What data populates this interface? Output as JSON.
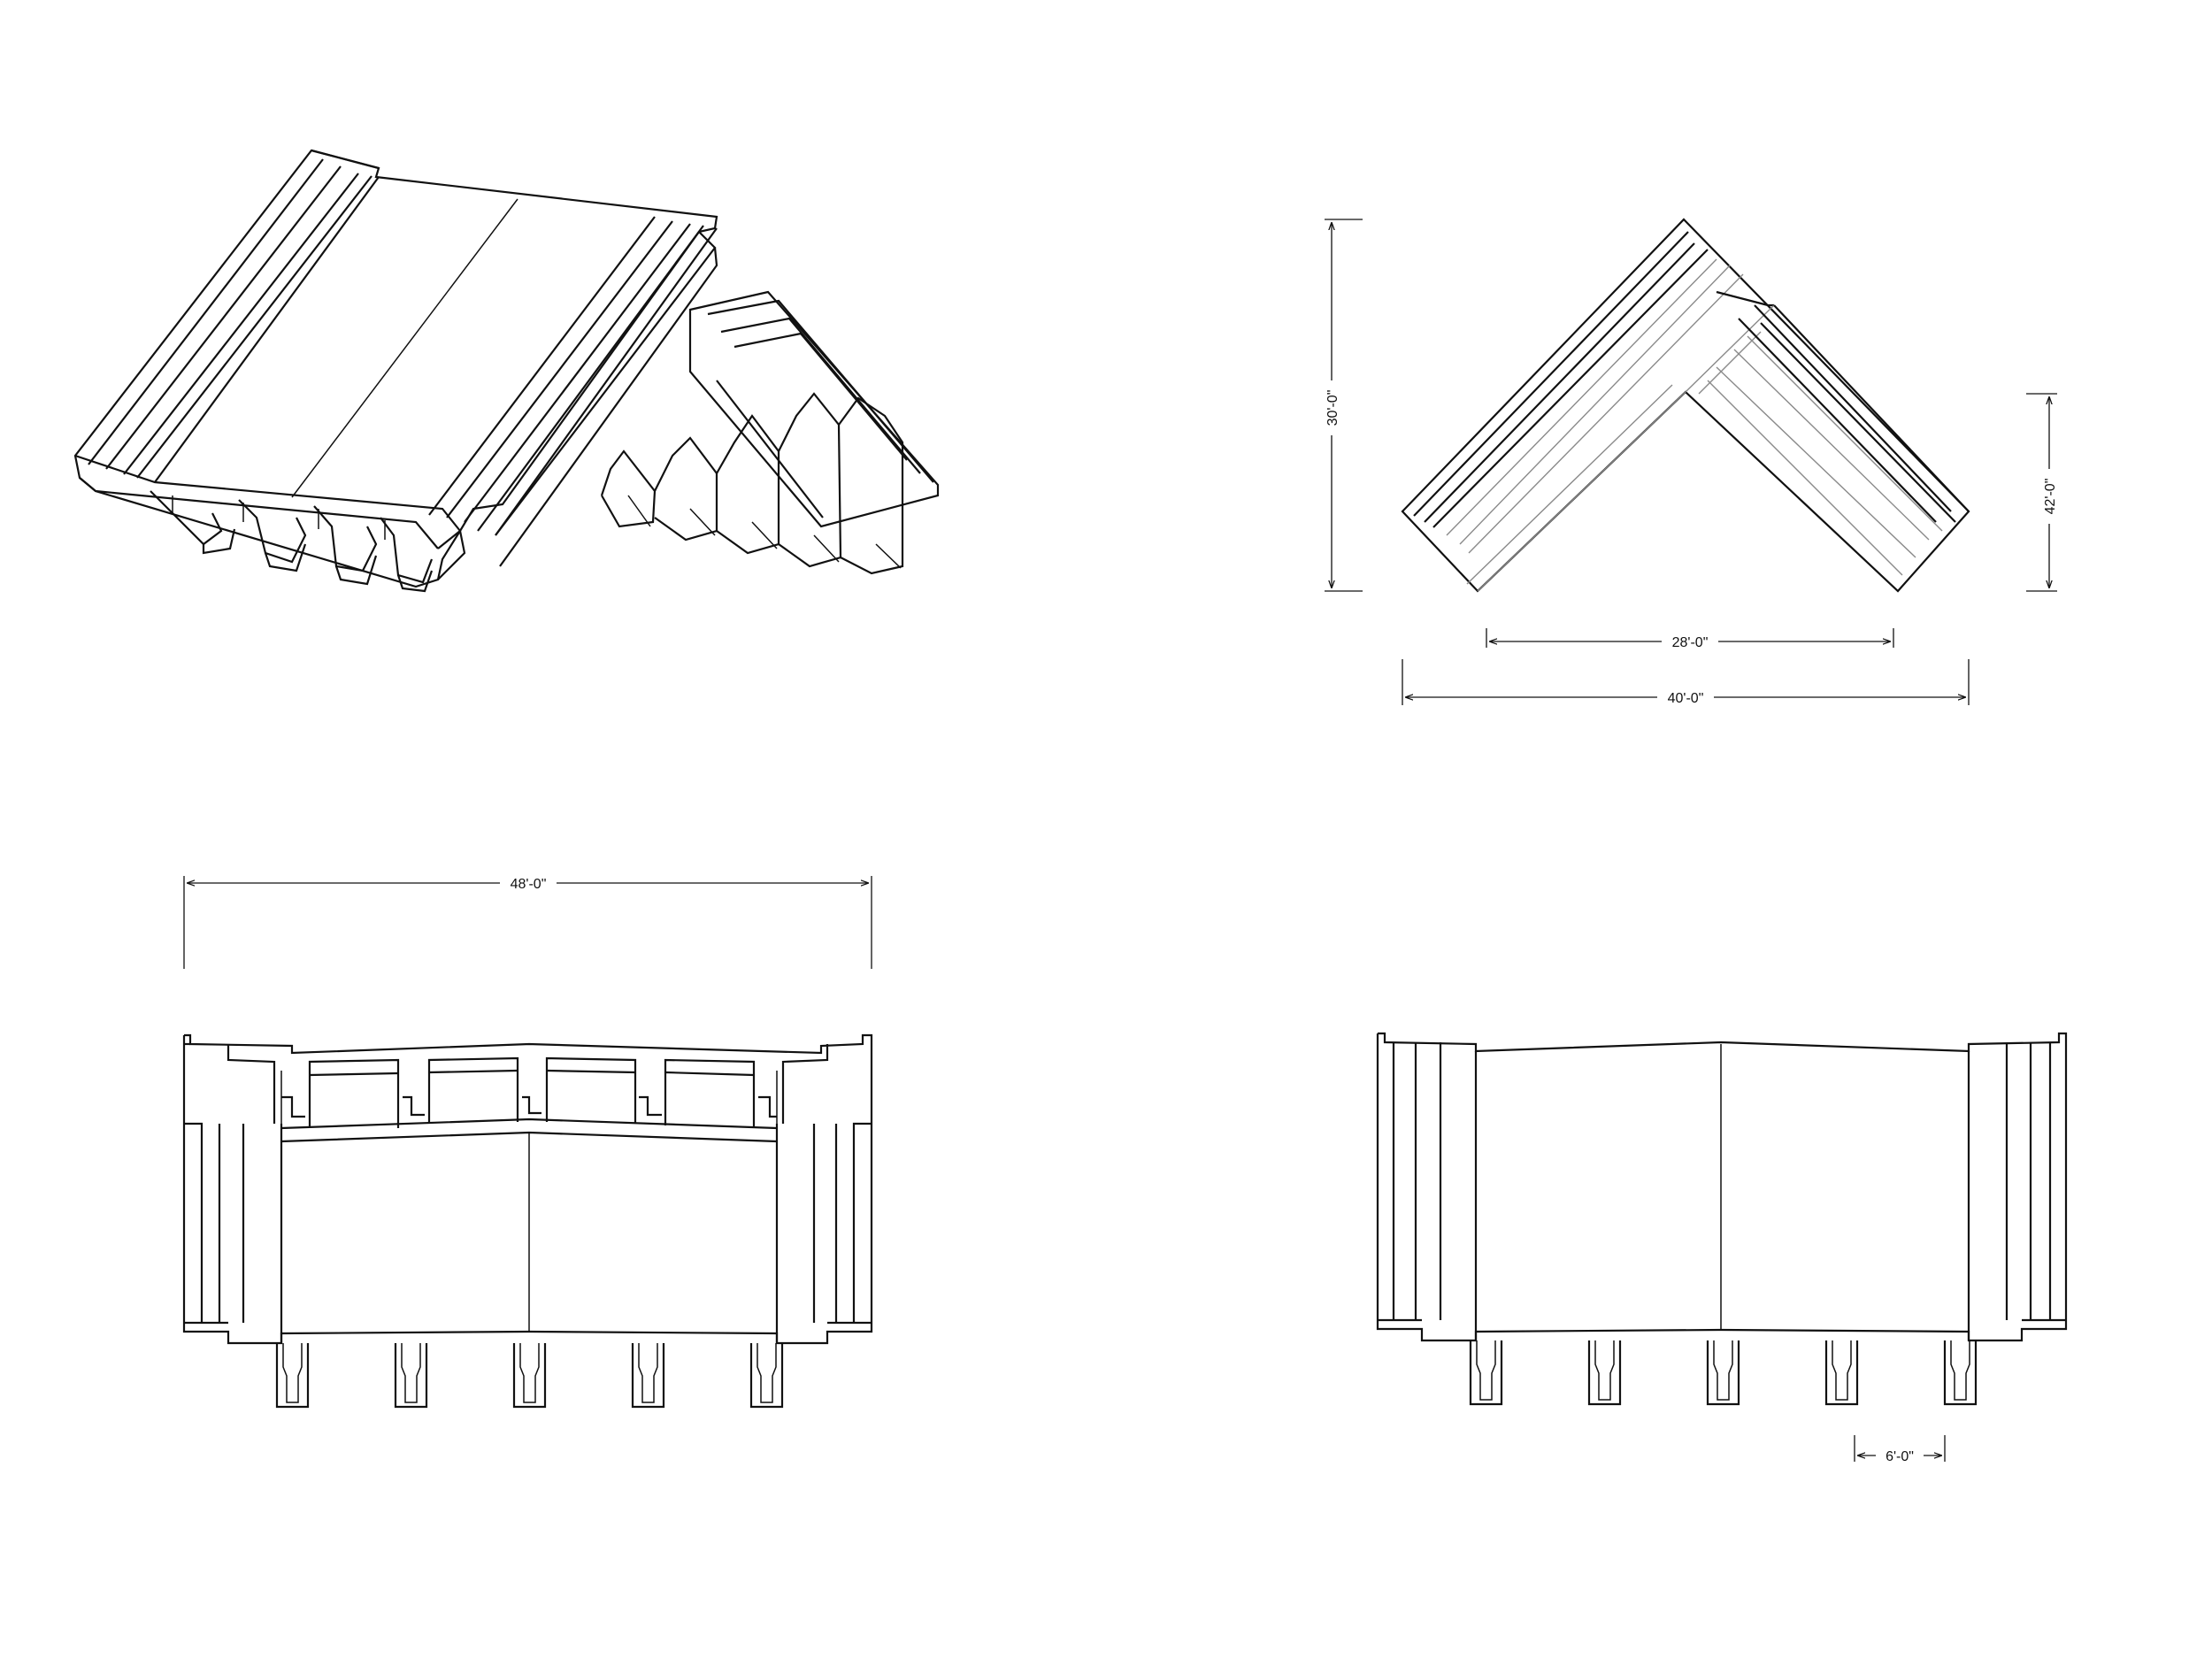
{
  "drawing": {
    "dimensions": {
      "plan_height": "30'-0\"",
      "plan_side": "42'-0\"",
      "plan_inner_width": "28'-0\"",
      "plan_outer_width": "40'-0\"",
      "front_width": "48'-0\"",
      "rear_bay": "6'-0\""
    },
    "line_color": "#111111",
    "background": "#ffffff"
  }
}
